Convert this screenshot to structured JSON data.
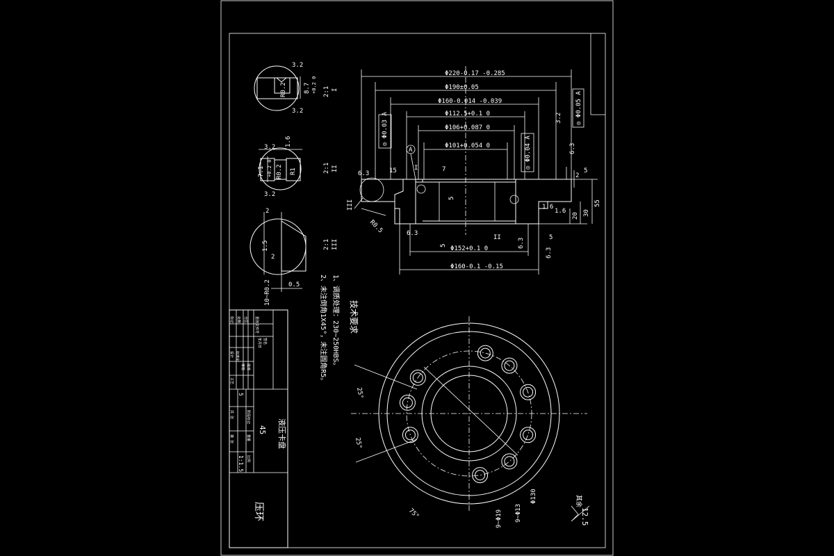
{
  "sheet": {
    "part_name": "压环",
    "assembly_name": "液压卡盘",
    "material": "45",
    "scale": "1:1.5",
    "count": "5"
  },
  "tech_requirements": {
    "heading": "技术要求",
    "items": [
      "1、调质处理：230~250HBS。",
      "2、未注倒角1X45°，未注圆角R5。"
    ]
  },
  "roughness": {
    "other_label": "其余",
    "other_value": "12.5",
    "marks": [
      "3.2",
      "3.2",
      "1.6",
      "3.2",
      "3.2",
      "6.3",
      "6.3",
      "6.3",
      "6.3",
      "1.6",
      "1.6",
      "6.3"
    ]
  },
  "details": [
    {
      "id": "I",
      "scale": "2:1",
      "radius": "R0.2",
      "depth": "8.7",
      "depth_tol": "+0.2\n0"
    },
    {
      "id": "II",
      "scale": "2:1",
      "r1": "R1",
      "r2": "R0.2",
      "dim": "7.1",
      "tol": "+0.2\n0"
    },
    {
      "id": "III",
      "scale": "2:1",
      "dim_a": "2",
      "dim_b": "1.5",
      "dim_c": "2",
      "dim_d": "0.5",
      "note": "10~R0.2"
    }
  ],
  "section": {
    "diameters": [
      "Φ220-0.17 -0.285",
      "Φ190±0.05",
      "Φ160-0.014 -0.039",
      "Φ112.5+0.1 0",
      "Φ106+0.087 0",
      "Φ101+0.054 0",
      "Φ152+0.1 0",
      "Φ160-0.1 -0.15"
    ],
    "tolerances": [
      "◎ Φ0.05 A",
      "◎ Φ0.03 A",
      "◎ Φ0.04 A"
    ],
    "datum": "A",
    "section_marks": [
      "I",
      "II",
      "III"
    ],
    "heights": [
      "5",
      "2",
      "55",
      "30",
      "20",
      "5",
      "7",
      "15",
      "5",
      "5",
      "R0.5"
    ]
  },
  "plan_view": {
    "dims": [
      "25°",
      "25°",
      "75°",
      "Φ130",
      "9~Φ13",
      "9~Φ19"
    ]
  },
  "title_block": {
    "labels": [
      "标记",
      "处数",
      "分区",
      "更改文件号",
      "签名",
      "年月日",
      "设计",
      "标准化",
      "审核",
      "工艺",
      "批准",
      "阶段标记",
      "重量",
      "比例",
      "共 张",
      "第 张"
    ]
  }
}
